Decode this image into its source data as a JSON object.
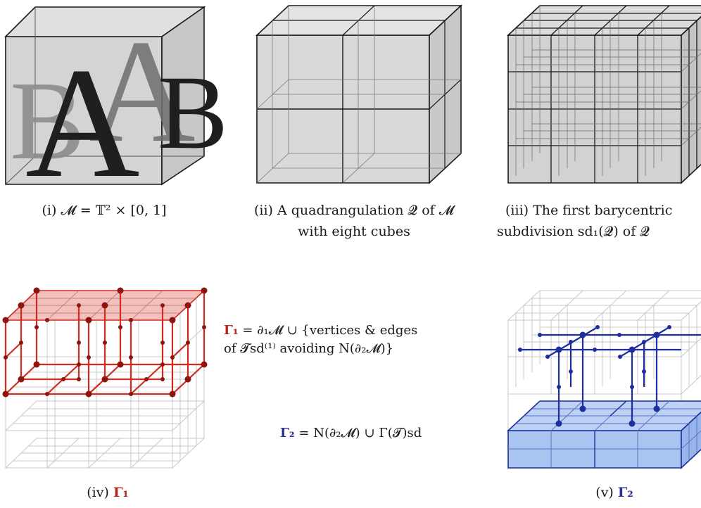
{
  "panels": {
    "i": {
      "caption": "(i) 𝓜 = 𝕋² × [0, 1]",
      "letters": [
        "B",
        "A",
        "A",
        "B"
      ]
    },
    "ii": {
      "caption_line1": "(ii) A quadrangulation 𝓠 of 𝓜",
      "caption_line2": "with eight cubes"
    },
    "iii": {
      "caption_line1": "(iii) The first barycentric",
      "caption_line2": "subdivision sd₁(𝓠) of 𝓠"
    },
    "iv": {
      "caption_prefix": "(iv) ",
      "caption_symbol": "Γ₁"
    },
    "v": {
      "caption_prefix": "(v) ",
      "caption_symbol": "Γ₂"
    }
  },
  "equations": {
    "gamma1_symbol": "Γ₁",
    "gamma1_line1": " = ∂₁𝓜 ∪ {vertices & edges",
    "gamma1_line2": "of 𝓣sd⁽¹⁾ avoiding N(∂₂𝓜)}",
    "gamma2_symbol": "Γ₂",
    "gamma2_rest": " = N(∂₂𝓜) ∪ Γ(𝓣)sd"
  },
  "colors": {
    "gamma1": "#b3261e",
    "gamma2": "#2a2f8a",
    "cube_fill": "#d9d9d9",
    "grid_light": "#c8c8c8",
    "red_fill": "#f3b7b3",
    "blue_fill": "#a9c4f0"
  }
}
